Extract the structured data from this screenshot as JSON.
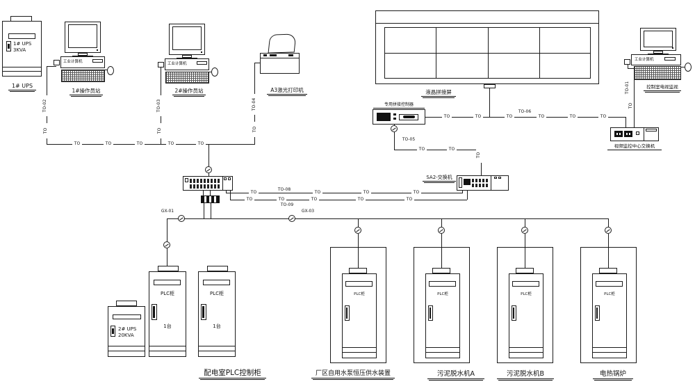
{
  "ups1": {
    "line1": "1# UPS",
    "line2": "3KVA",
    "caption": "1# UPS"
  },
  "ws1": {
    "tower": "工业计算机",
    "caption": "1#操作员站"
  },
  "ws2": {
    "tower": "工业计算机",
    "caption": "2#操作员站"
  },
  "printer": {
    "caption": "A3激光打印机"
  },
  "video_wall": {
    "caption": "液晶拼接屏",
    "cols": 4,
    "rows": 2
  },
  "controller": {
    "caption": "专用拼接控制器"
  },
  "ws3": {
    "tower": "工业计算机",
    "caption": "控制室电视监视"
  },
  "cctv_switch": {
    "caption": "视频监控中心交换机"
  },
  "sa2_switch": {
    "caption": "SA2-交换机"
  },
  "ups2": {
    "line1": "2# UPS",
    "line2": "20KVA"
  },
  "plc": {
    "cabinet": "PLC柜",
    "unit": "1台"
  },
  "captions": {
    "group1": "配电室PLC控制柜",
    "group2": "厂区自用水泵恒压供水装置",
    "group3": "污泥脱水机A",
    "group4": "污泥脱水机B",
    "group5": "电热锅炉"
  },
  "wires": {
    "to": "TO",
    "to01": "TO-01",
    "to02": "TO-02",
    "to03": "TO-03",
    "to04": "TO-04",
    "to05": "TO-05",
    "to06": "TO-06",
    "to08": "TO-08",
    "to09": "TO-09",
    "gx01": "GX-01",
    "gx03": "GX-03"
  },
  "colors": {
    "line": "#1a1a1a",
    "background": "#ffffff"
  }
}
